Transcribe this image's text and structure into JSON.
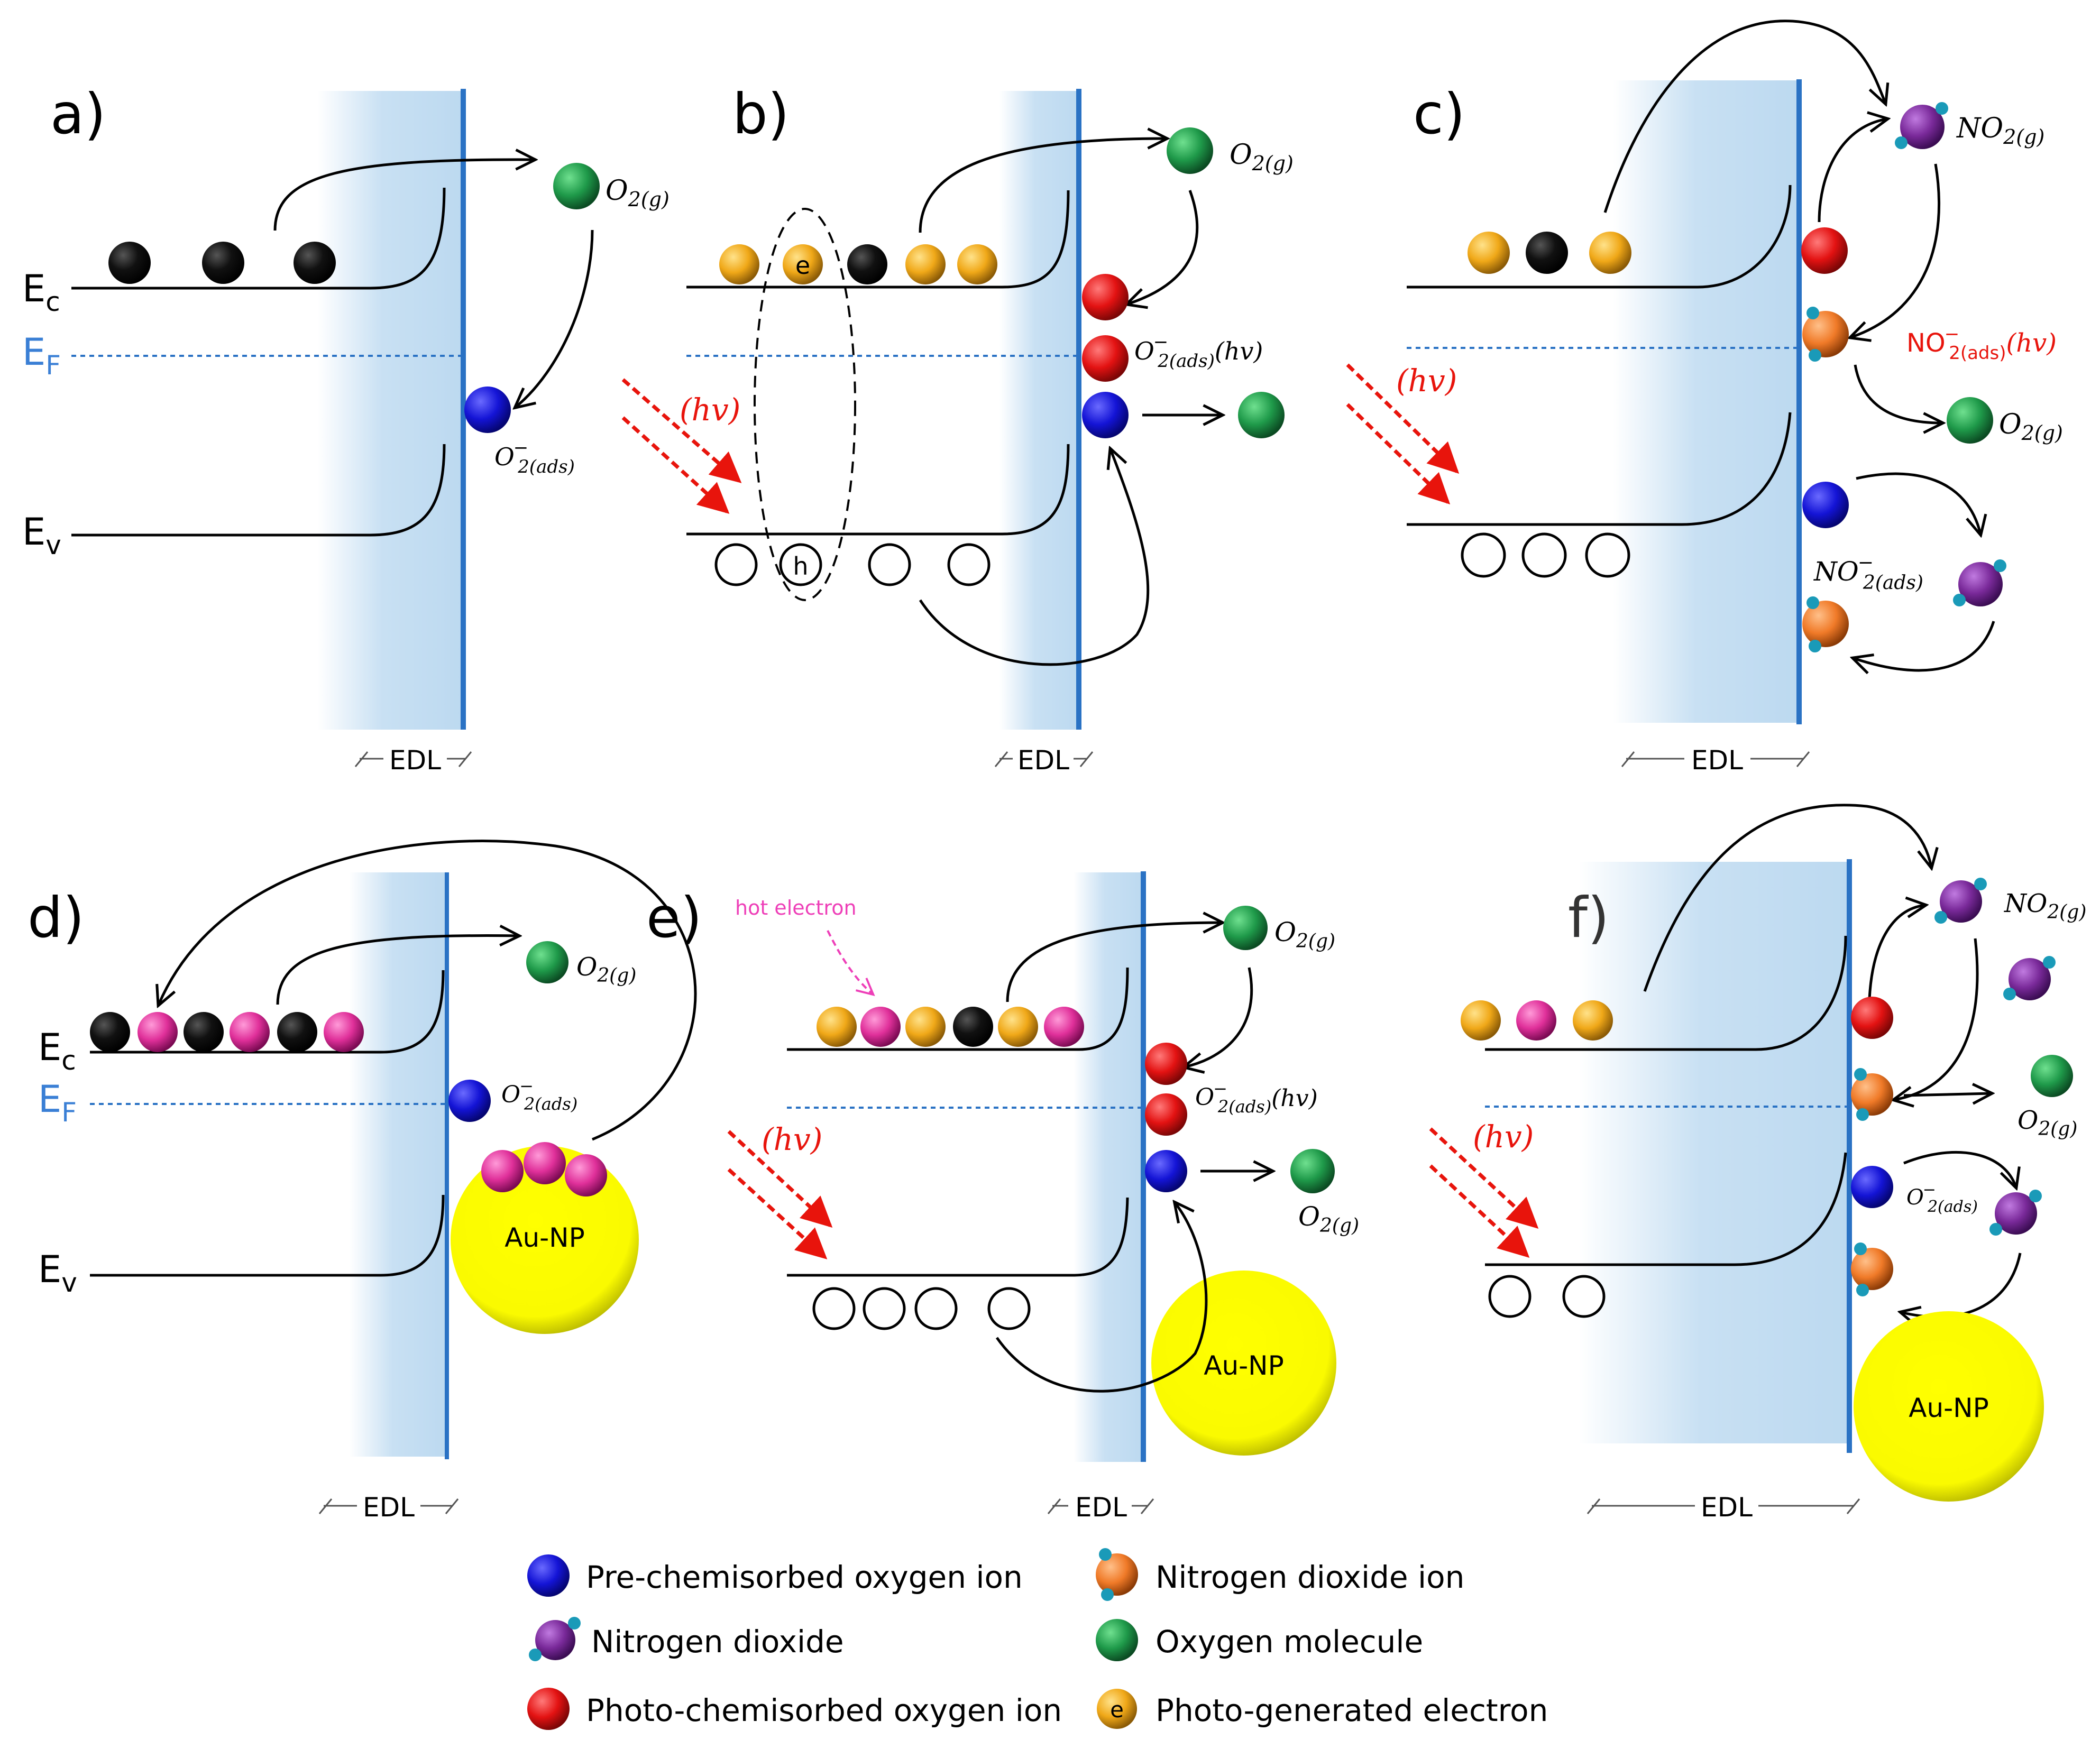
{
  "panels": {
    "a": {
      "label": "a)",
      "ec": "E",
      "ec_sub": "c",
      "ef": "E",
      "ef_sub": "F",
      "ev": "E",
      "ev_sub": "v",
      "o2g": "O",
      "o2g_sub": "2(g)",
      "o2ads": "O",
      "o2ads_sup": "−",
      "o2ads_sub": "2(ads)",
      "edl": "EDL"
    },
    "b": {
      "label": "b)",
      "e": "e",
      "h": "h",
      "hv": "(hv)",
      "o2g": "O",
      "o2g_sub": "2(g)",
      "o2hv": "O",
      "o2hv_sup": "−",
      "o2hv_sub": "2(ads)",
      "o2hv_tail": "(hv)",
      "edl": "EDL"
    },
    "c": {
      "label": "c)",
      "hv": "(hv)",
      "no2g": "NO",
      "no2g_sub": "2(g)",
      "no2hv": "NO",
      "no2hv_sup": "−",
      "no2hv_sub": "2(ads)",
      "no2hv_tail": "(hv)",
      "o2g": "O",
      "o2g_sub": "2(g)",
      "no2ads": "NO",
      "no2ads_sup": "−",
      "no2ads_sub": "2(ads)",
      "edl": "EDL"
    },
    "d": {
      "label": "d)",
      "ec": "E",
      "ec_sub": "c",
      "ef": "E",
      "ef_sub": "F",
      "ev": "E",
      "ev_sub": "v",
      "o2g": "O",
      "o2g_sub": "2(g)",
      "o2ads": "O",
      "o2ads_sup": "−",
      "o2ads_sub": "2(ads)",
      "aunp": "Au-NP",
      "edl": "EDL"
    },
    "e": {
      "label": "e)",
      "hot": "hot electron",
      "hv": "(hv)",
      "o2g": "O",
      "o2g_sub": "2(g)",
      "o2hv": "O",
      "o2hv_sup": "−",
      "o2hv_sub": "2(ads)",
      "o2hv_tail": "(hv)",
      "o2g2": "O",
      "o2g2_sub": "2(g)",
      "aunp": "Au-NP",
      "edl": "EDL"
    },
    "f": {
      "label": "f)",
      "hv": "(hv)",
      "no2g": "NO",
      "no2g_sub": "2(g)",
      "o2g": "O",
      "o2g_sub": "2(g)",
      "o2ads": "O",
      "o2ads_sup": "−",
      "o2ads_sub": "2(ads)",
      "aunp": "Au-NP",
      "edl": "EDL"
    }
  },
  "legend": [
    {
      "text": "Pre-chemisorbed oxygen ion",
      "icon": "blue-sphere-icon"
    },
    {
      "text": "Nitrogen dioxide ion",
      "icon": "orange-sphere-icon"
    },
    {
      "text": "Nitrogen dioxide",
      "icon": "purple-molecule-icon"
    },
    {
      "text": "Oxygen molecule",
      "icon": "green-sphere-icon"
    },
    {
      "text": "Photo-chemisorbed oxygen ion",
      "icon": "red-sphere-icon"
    },
    {
      "text": "Photo-generated electron",
      "icon": "gold-sphere-icon",
      "icon_text": "e"
    }
  ],
  "colors": {
    "edl_band": "#c8e0f3",
    "surface_line": "#2a72c4",
    "ef_text": "#3a7fd5",
    "hv_red": "#e8140c",
    "hot_electron": "#ee3fb8",
    "oxygen_ion": "#1414d6",
    "oxygen_molecule": "#1f9a4a",
    "photo_oxygen_ion": "#e31212",
    "no2_ion": "#f07a28",
    "no2_molecule": "#7a2a9a",
    "photo_electron": "#f0a818",
    "hot_sphere": "#e0309a",
    "au_np": "#ffff00"
  }
}
